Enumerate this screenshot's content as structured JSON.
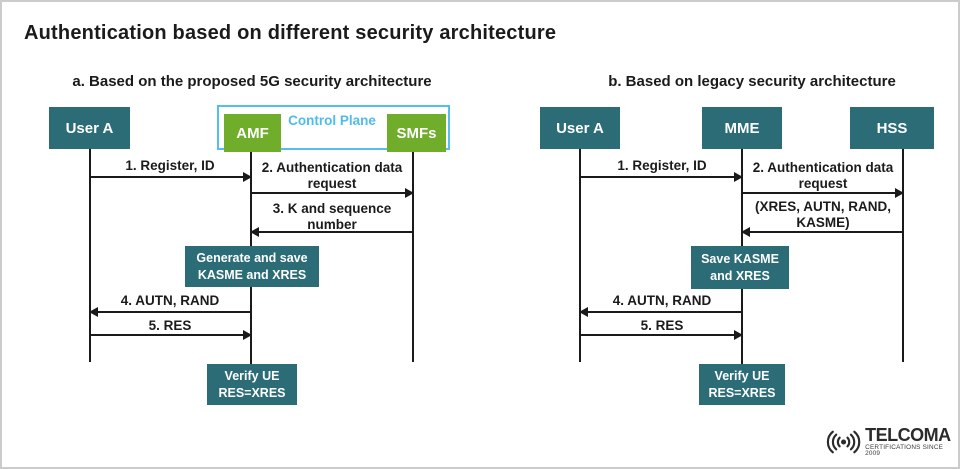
{
  "page": {
    "title": "Authentication based on different security architecture"
  },
  "left_diagram": {
    "subtitle": "a. Based on the proposed 5G security architecture",
    "actor_user": "User A",
    "actor_amf": "AMF",
    "actor_smfs": "SMFs",
    "control_plane_label": "Control Plane",
    "msg1": "1. Register, ID",
    "msg2": "2. Authentication data request",
    "msg3": "3. K and sequence number",
    "msg4": "4. AUTN, RAND",
    "msg5": "5. RES",
    "note_generate": "Generate and save KASME and XRES",
    "note_verify": "Verify UE RES=XRES"
  },
  "right_diagram": {
    "subtitle": "b. Based on legacy security architecture",
    "actor_user": "User A",
    "actor_mme": "MME",
    "actor_hss": "HSS",
    "msg1": "1. Register, ID",
    "msg2": "2. Authentication data request",
    "msg3": "(XRES, AUTN, RAND, KASME)",
    "msg4": "4. AUTN, RAND",
    "msg5": "5. RES",
    "note_save": "Save KASME and XRES",
    "note_verify": "Verify UE RES=XRES"
  },
  "logo": {
    "brand": "TELCOMA",
    "tagline": "CERTIFICATIONS SINCE 2009",
    "icon": "radio-waves-icon"
  },
  "colors": {
    "teal": "#2B6C77",
    "green": "#6FAD2A",
    "control_plane_blue": "#55BEEC",
    "line_black": "#1A1A1A"
  }
}
